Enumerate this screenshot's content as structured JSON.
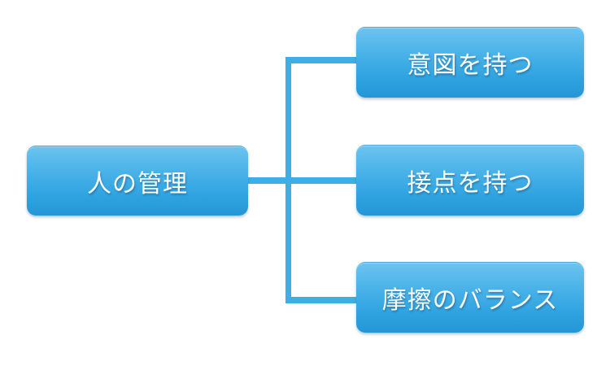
{
  "diagram": {
    "type": "hierarchy",
    "root": {
      "label": "人の管理"
    },
    "children": [
      {
        "label": "意図を持つ"
      },
      {
        "label": "接点を持つ"
      },
      {
        "label": "摩擦のバランス"
      }
    ],
    "colors": {
      "node_gradient_top": "#6cc3f0",
      "node_gradient_bottom": "#2496d6",
      "connector": "#3daee6",
      "text": "#ffffff",
      "background": "#ffffff"
    }
  }
}
